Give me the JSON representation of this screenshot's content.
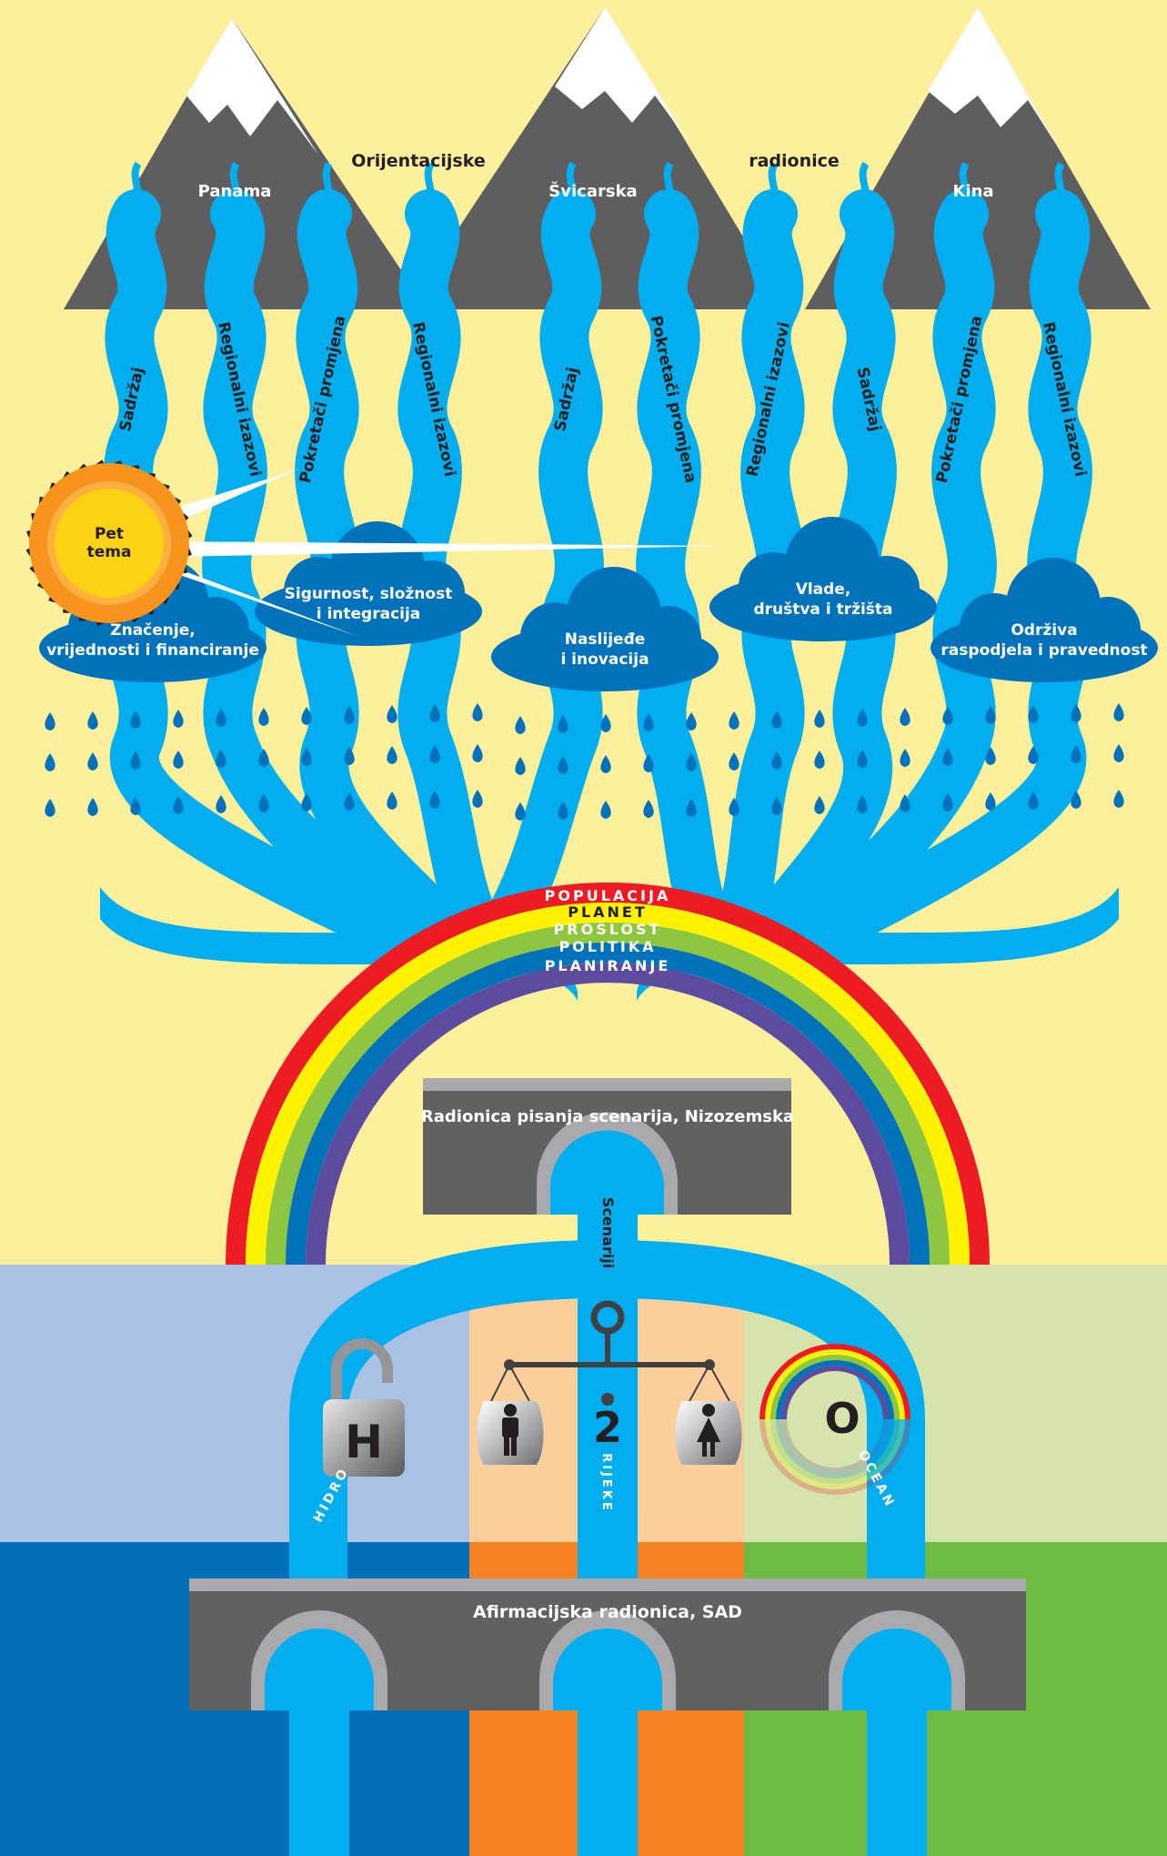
{
  "colors": {
    "background": "#fdf09c",
    "mountain": "#5e5e60",
    "snow": "#ffffff",
    "river": "#00aeef",
    "cloud": "#0072bc",
    "sun": "#f7941d",
    "bridge": "#616163",
    "rainbow": [
      "#ed1c24",
      "#fff200",
      "#8dc63f",
      "#0072bc",
      "#5c4b9e"
    ],
    "bottom_left": "#0070bb",
    "bottom_mid": "#f58220",
    "bottom_right": "#6dbb44"
  },
  "header": {
    "orientation_word1": "Orijentacijske",
    "orientation_word2": "radionice"
  },
  "mountains": [
    {
      "name": "Panama"
    },
    {
      "name": "Švicarska"
    },
    {
      "name": "Kina"
    }
  ],
  "rivers": [
    "Sadržaj",
    "Regionalni izazovi",
    "Pokretači promjena",
    "Regionalni izazovi",
    "Sadržaj",
    "Pokretači promjena",
    "Regionalni izazovi",
    "Sadržaj",
    "Pokretači promjena",
    "Regionalni izazovi"
  ],
  "sun": {
    "line1": "Pet",
    "line2": "tema"
  },
  "clouds": [
    {
      "line1": "Značenje,",
      "line2": "vrijednosti i financiranje"
    },
    {
      "line1": "Sigurnost, složnost",
      "line2": "i integracija"
    },
    {
      "line1": "Naslijeđe",
      "line2": "i inovacija"
    },
    {
      "line1": "Vlade,",
      "line2": "društva i tržišta"
    },
    {
      "line1": "Održiva",
      "line2": "raspodjela i pravednost"
    }
  ],
  "rainbow_bands": [
    "POPULACIJA",
    "PLANET",
    "PROŠLOST",
    "POLITIKA",
    "PLANIRANJE"
  ],
  "scenario_workshop": {
    "title": "Radionica pisanja scenarija, Nizozemska",
    "river_label": "Scenariji"
  },
  "symbols": {
    "h_letter": "H",
    "two": "2",
    "o_letter": "O"
  },
  "branches": {
    "left": "HIDRO",
    "middle": "RIJEKE",
    "right": "OCEAN"
  },
  "affirmation_workshop": {
    "title": "Afirmacijska radionica, SAD"
  }
}
